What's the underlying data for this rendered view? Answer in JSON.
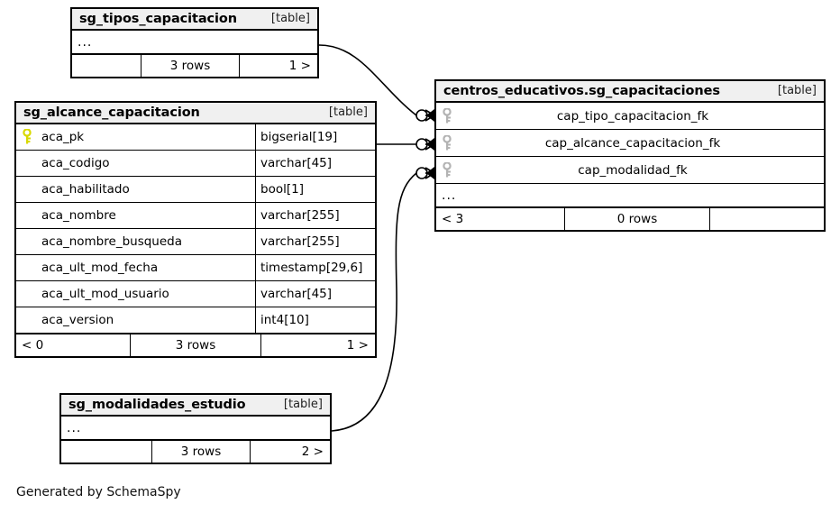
{
  "diagram": {
    "generator_credit": "Generated by SchemaSpy",
    "kind_label": "[table]",
    "ellipsis": "...",
    "key_icon_pk_color": "#d9d900",
    "key_icon_fk_color": "#b3b3b3",
    "header_bg": "#f0f0f0",
    "border_color": "#000000"
  },
  "tables": {
    "tipos": {
      "name": "sg_tipos_capacitacion",
      "kind": "[table]",
      "ellipsis": "...",
      "footer": {
        "left": "",
        "mid": "3 rows",
        "right": "1 >"
      }
    },
    "alcance": {
      "name": "sg_alcance_capacitacion",
      "kind": "[table]",
      "columns": [
        {
          "name": "aca_pk",
          "type": "bigserial[19]",
          "key": "primary"
        },
        {
          "name": "aca_codigo",
          "type": "varchar[45]",
          "key": "none"
        },
        {
          "name": "aca_habilitado",
          "type": "bool[1]",
          "key": "none"
        },
        {
          "name": "aca_nombre",
          "type": "varchar[255]",
          "key": "none"
        },
        {
          "name": "aca_nombre_busqueda",
          "type": "varchar[255]",
          "key": "none"
        },
        {
          "name": "aca_ult_mod_fecha",
          "type": "timestamp[29,6]",
          "key": "none"
        },
        {
          "name": "aca_ult_mod_usuario",
          "type": "varchar[45]",
          "key": "none"
        },
        {
          "name": "aca_version",
          "type": "int4[10]",
          "key": "none"
        }
      ],
      "footer": {
        "left": "< 0",
        "mid": "3 rows",
        "right": "1 >"
      }
    },
    "capacitaciones": {
      "name": "centros_educativos.sg_capacitaciones",
      "kind": "[table]",
      "ellipsis": "...",
      "columns": [
        {
          "name": "cap_tipo_capacitacion_fk",
          "key": "foreign"
        },
        {
          "name": "cap_alcance_capacitacion_fk",
          "key": "foreign"
        },
        {
          "name": "cap_modalidad_fk",
          "key": "foreign"
        }
      ],
      "footer": {
        "left": "< 3",
        "mid": "0 rows",
        "right": ""
      }
    },
    "modalidades": {
      "name": "sg_modalidades_estudio",
      "kind": "[table]",
      "ellipsis": "...",
      "footer": {
        "left": "",
        "mid": "3 rows",
        "right": "2 >"
      }
    }
  },
  "relationships": [
    {
      "from": "sg_tipos_capacitacion",
      "to": "centros_educativos.sg_capacitaciones",
      "to_column": "cap_tipo_capacitacion_fk",
      "cardinality": "zero-or-many"
    },
    {
      "from": "sg_alcance_capacitacion",
      "to": "centros_educativos.sg_capacitaciones",
      "to_column": "cap_alcance_capacitacion_fk",
      "cardinality": "zero-or-many"
    },
    {
      "from": "sg_modalidades_estudio",
      "to": "centros_educativos.sg_capacitaciones",
      "to_column": "cap_modalidad_fk",
      "cardinality": "zero-or-many"
    }
  ]
}
